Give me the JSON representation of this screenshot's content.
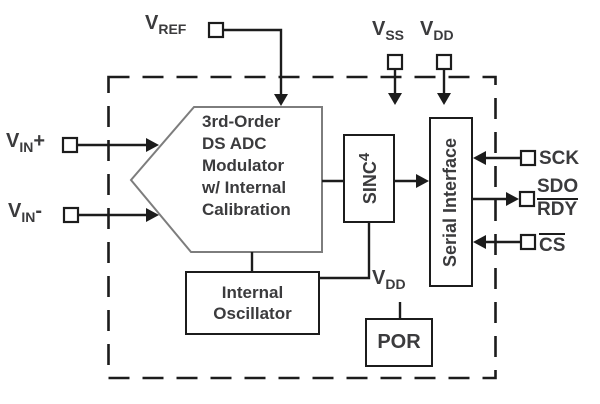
{
  "blocks": {
    "modulator": {
      "lines": [
        "3rd-Order",
        "DS ADC",
        "Modulator",
        "w/ Internal",
        "Calibration"
      ]
    },
    "sinc_filter": {
      "label": "SINC",
      "sup": "4"
    },
    "serial_interface": {
      "label": "Serial Interface"
    },
    "internal_oscillator": {
      "lines": [
        "Internal",
        "Oscillator"
      ]
    },
    "por": {
      "label": "POR"
    }
  },
  "pins": {
    "vref": {
      "base": "V",
      "sub": "REF"
    },
    "vin_plus": {
      "base": "V",
      "sub": "IN",
      "suffix": "+"
    },
    "vin_minus": {
      "base": "V",
      "sub": "IN",
      "suffix": "-"
    },
    "vss": {
      "base": "V",
      "sub": "SS"
    },
    "vdd": {
      "base": "V",
      "sub": "DD"
    },
    "vdd_por": {
      "base": "V",
      "sub": "DD"
    },
    "sck": {
      "label": "SCK"
    },
    "sdo_rdy": {
      "top": "SDO",
      "bottom": "RDY"
    },
    "cs": {
      "label": "CS"
    }
  },
  "colors": {
    "background": "#ffffff",
    "line": "#1c1c1c",
    "text": "#3b3b3d",
    "modulator_outline": "#7d7d7d"
  }
}
